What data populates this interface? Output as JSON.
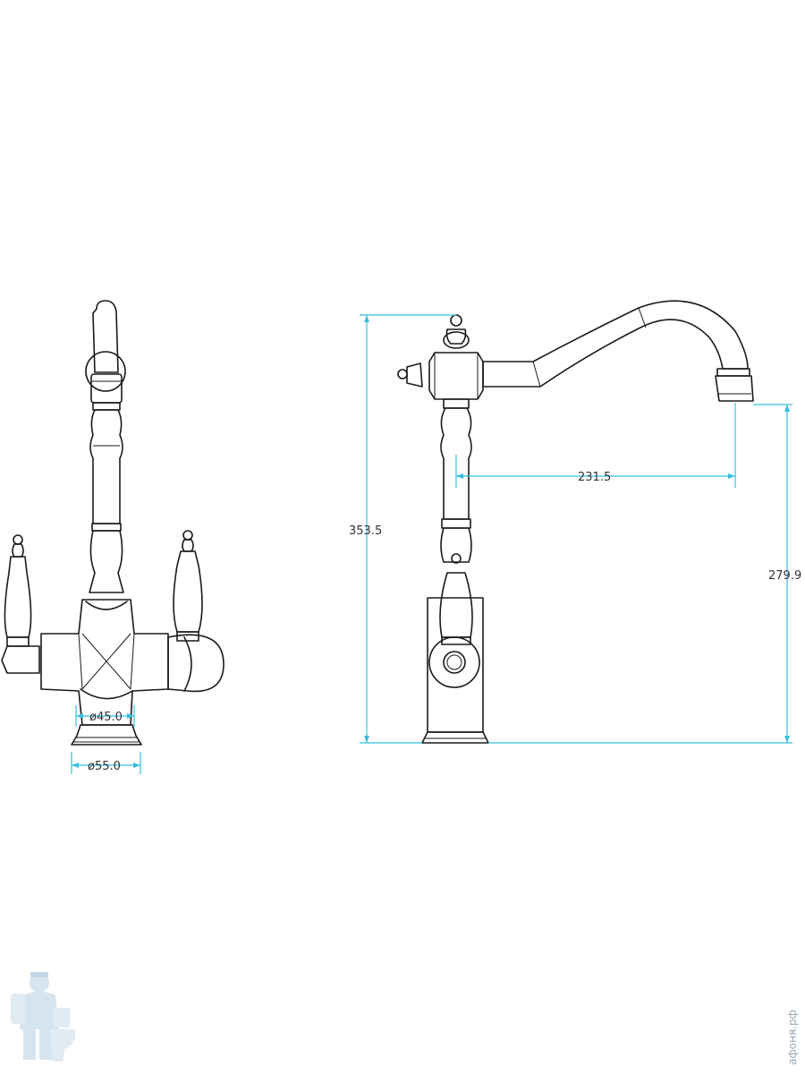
{
  "dimensions": {
    "front_diameter_inner": "ø45.0",
    "front_diameter_outer": "ø55.0",
    "side_spout_reach": "231.5",
    "side_total_height": "353.5",
    "side_spout_height": "279.9"
  },
  "watermark": {
    "text": "афоня.рф"
  },
  "colors": {
    "line": "#1a1a1a",
    "dimension": "#35c0dd",
    "logo": "#cfe0ee"
  }
}
